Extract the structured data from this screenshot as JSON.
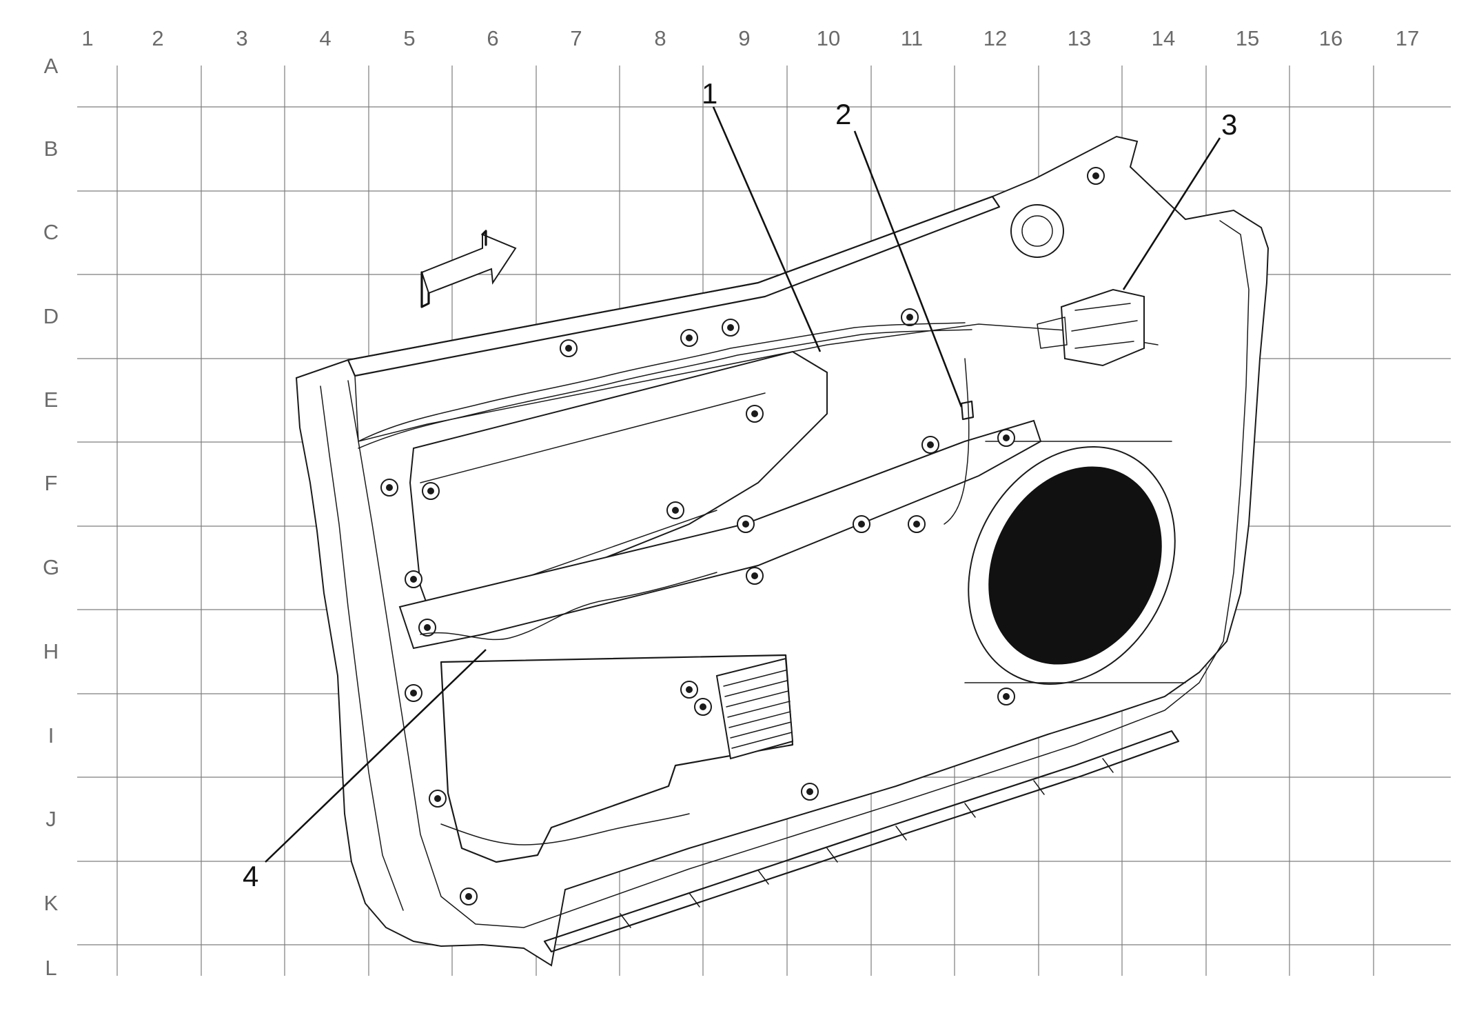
{
  "grid": {
    "columns": [
      "1",
      "2",
      "3",
      "4",
      "5",
      "6",
      "7",
      "8",
      "9",
      "10",
      "11",
      "12",
      "13",
      "14",
      "15",
      "16",
      "17"
    ],
    "rows": [
      "A",
      "B",
      "C",
      "D",
      "E",
      "F",
      "G",
      "H",
      "I",
      "J",
      "K",
      "L"
    ],
    "line_color": "#7d7d7d",
    "label_color": "#6a6a6a"
  },
  "callouts": [
    {
      "number": "1"
    },
    {
      "number": "2"
    },
    {
      "number": "3"
    },
    {
      "number": "4"
    }
  ],
  "illustration": {
    "subject": "door-trim-panel-rear-view",
    "components": [
      "direction-arrow-icon",
      "door-panel",
      "armrest",
      "speaker-grille",
      "wire-harness",
      "connector",
      "pull-handle-cup"
    ],
    "ink_color": "#1a1a1a",
    "speaker_fill": "#111111"
  }
}
